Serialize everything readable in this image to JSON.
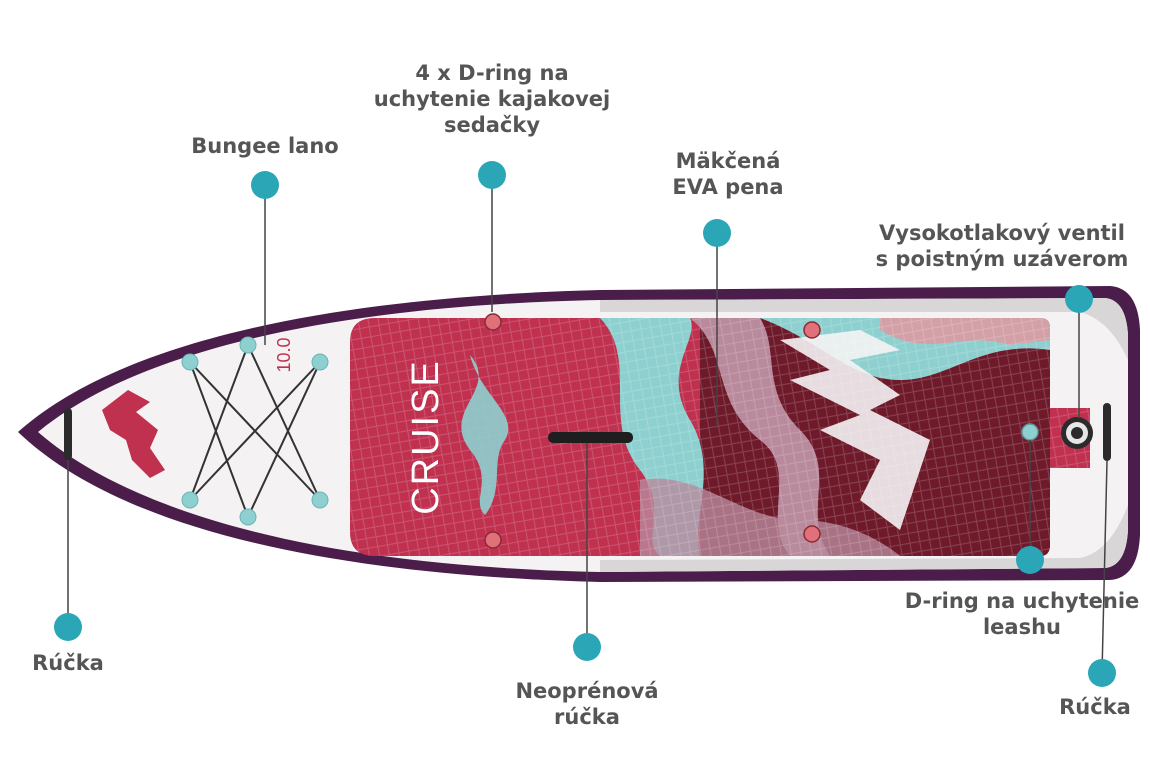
{
  "colors": {
    "accent": "#2aa6b6",
    "board_outline": "#4a1d4a",
    "deck_red": "#c0304f",
    "deck_dark": "#6e1a2a",
    "teal": "#8ed0cf",
    "mauve": "#b88a9c",
    "label": "#555555"
  },
  "board": {
    "model": "CRUISE",
    "size": "10.0"
  },
  "callouts": [
    {
      "id": "ring-seat",
      "lines": [
        "4 x D-ring na",
        "uchytenie kajakovej",
        "sedačky"
      ]
    },
    {
      "id": "bungee",
      "lines": [
        "Bungee lano"
      ]
    },
    {
      "id": "eva",
      "lines": [
        "Mäkčená",
        "EVA pena"
      ]
    },
    {
      "id": "valve",
      "lines": [
        "Vysokotlakový ventil",
        "s poistným uzáverom"
      ]
    },
    {
      "id": "handle-left",
      "lines": [
        "Rúčka"
      ]
    },
    {
      "id": "neoprene",
      "lines": [
        "Neoprénová",
        "rúčka"
      ]
    },
    {
      "id": "leash",
      "lines": [
        "D-ring na uchytenie",
        "leashu"
      ]
    },
    {
      "id": "handle-right",
      "lines": [
        "Rúčka"
      ]
    }
  ]
}
